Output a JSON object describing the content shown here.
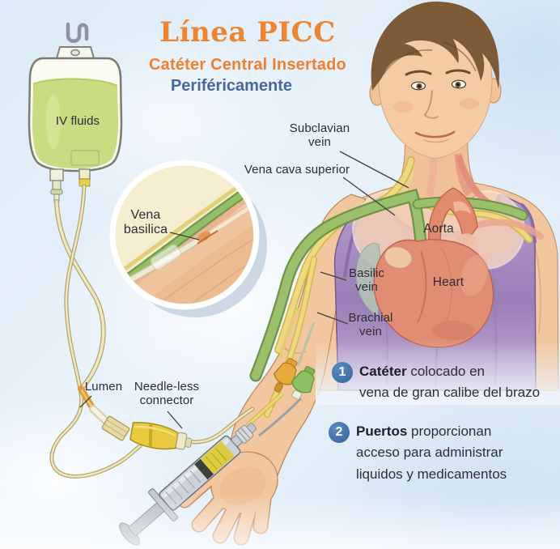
{
  "title": {
    "main": "Línea PICC",
    "subtitle_line1": "Catéter Central Insertado",
    "subtitle_line2": "Periféricamente"
  },
  "labels": {
    "iv_fluids": "IV fluids",
    "vena_basilica": "Vena basilica",
    "subclavian_vein": "Subclavian vein",
    "vena_cava_superior": "Vena cava superior",
    "aorta": "Aorta",
    "heart": "Heart",
    "basilic_vein": "Basilic vein",
    "brachial_vein": "Brachial vein",
    "lumen": "Lumen",
    "needleless_connector": "Needle-less connector"
  },
  "annotations": [
    {
      "number": "1",
      "lead": "Catéter",
      "rest1": "colocado en",
      "line2": "vena de gran calibe del brazo"
    },
    {
      "number": "2",
      "lead": "Puertos",
      "rest1": "proporcionan",
      "line2": "acceso para administrar",
      "line3": "liquidos y medicamentos"
    }
  ],
  "colors": {
    "title_orange": "#EE8430",
    "subtitle_blue": "#49679C",
    "badge_blue": "#3D72A8",
    "label_text": "#2D2D35",
    "iv_fluid_green": "#C9DC82",
    "vein_green": "#9CBF6C",
    "vein_yellow": "#EED982",
    "skin": "#F2C69E",
    "tank_purple": "#A78FC0",
    "heart_red": "#E08D74",
    "background_blue": "#E6EFF8"
  }
}
